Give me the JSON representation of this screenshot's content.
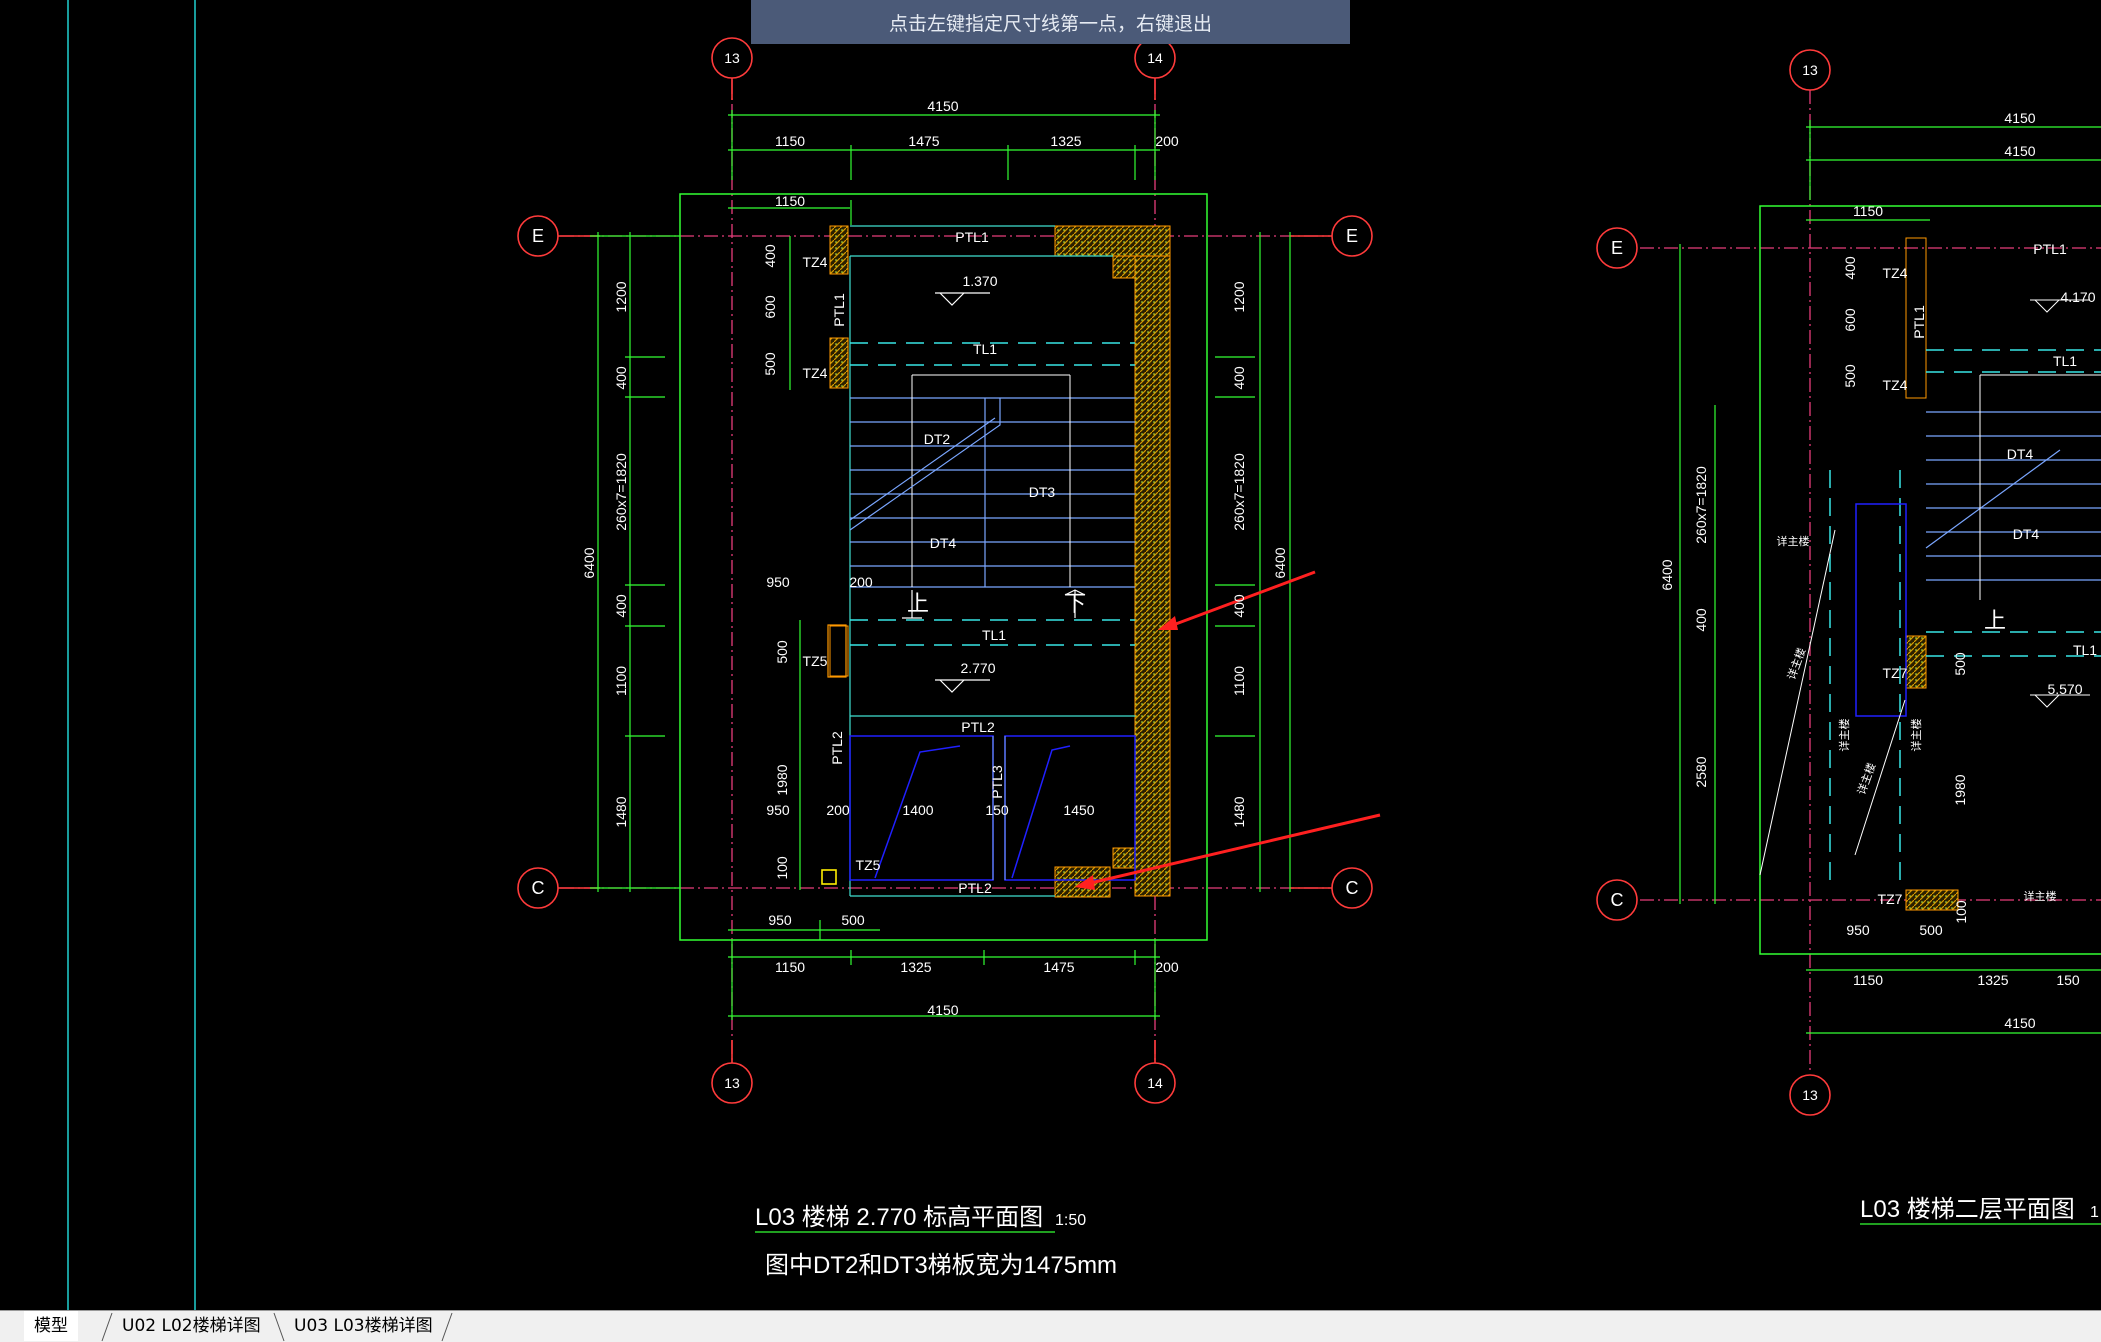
{
  "prompt": {
    "text": "点击左键指定尺寸线第一点，右键退出"
  },
  "drawing_left": {
    "axes": {
      "left": "13",
      "right": "14",
      "top": "E",
      "bottom": "C"
    },
    "dims_top": {
      "total": "4150",
      "seg1": "1150",
      "seg2": "1475",
      "seg3": "1325",
      "seg4": "200",
      "inner": "1150"
    },
    "dims_bottom": {
      "seg1": "1150",
      "seg2": "1325",
      "seg3": "1475",
      "seg4": "200",
      "total": "4150",
      "d950": "950",
      "d500": "500"
    },
    "dims_left": {
      "d1200": "1200",
      "d400a": "400",
      "stairs": "260x7=1820",
      "d400b": "400",
      "d1100": "1100",
      "d1480": "1480",
      "total": "6400",
      "d400c": "400",
      "d600": "600",
      "d500a": "500",
      "d500b": "500",
      "d1980": "1980",
      "d100": "100"
    },
    "dims_right": {
      "d1200": "1200",
      "d400a": "400",
      "stairs": "260x7=1820",
      "d400b": "400",
      "d1100": "1100",
      "d1480": "1480",
      "total": "6400"
    },
    "labels": {
      "ptl1_top": "PTL1",
      "ptl1_side": "PTL1",
      "tz4_a": "TZ4",
      "tz4_b": "TZ4",
      "elev1": "1.370",
      "tl1_a": "TL1",
      "dt2": "DT2",
      "dt3": "DT3",
      "dt4": "DT4",
      "d950": "950",
      "d200": "200",
      "tl1_b": "TL1",
      "tz5_a": "TZ5",
      "elev2": "2.770",
      "ptl2_a": "PTL2",
      "ptl2_side": "PTL2",
      "ptl3": "PTL3",
      "d950b": "950",
      "d200b": "200",
      "d1400": "1400",
      "d150": "150",
      "d1450": "1450",
      "tz5_b": "TZ5",
      "ptl2_b": "PTL2",
      "up1": "上",
      "down1": "下"
    },
    "title": "L03 楼梯   2.770   标高平面图",
    "scale": "1:50",
    "note": "图中DT2和DT3梯板宽为1475mm"
  },
  "drawing_right": {
    "axes": {
      "left": "13",
      "top": "E",
      "bottom": "C"
    },
    "dims_top": {
      "total1": "4150",
      "total2": "4150",
      "seg1": "1150"
    },
    "dims_bottom": {
      "seg1": "1150",
      "seg2": "1325",
      "seg3": "150",
      "total": "4150",
      "d950": "950",
      "d500": "500",
      "d100": "100"
    },
    "dims_left": {
      "stairs": "260x7=1820",
      "total": "6400",
      "d400": "400",
      "d2580": "2580",
      "d400b": "400",
      "d600": "600",
      "d500": "500",
      "d500b": "500",
      "d1980": "1980"
    },
    "labels": {
      "ptl1_top": "PTL1",
      "ptl1_side": "PTL1",
      "tz4_a": "TZ4",
      "tz4_b": "TZ4",
      "elev1": "4.170",
      "tl1_a": "TL1",
      "dt4_a": "DT4",
      "dt4_b": "DT4",
      "tl1_b": "TL1",
      "tz7_a": "TZ7",
      "tz7_b": "TZ7",
      "elev2": "5.570",
      "jz1": "详主楼",
      "jz2": "详主楼",
      "jz3": "详主楼",
      "jz4": "详主楼",
      "jz5": "详主楼",
      "jz6": "详主楼",
      "up1": "上"
    },
    "title": "L03 楼梯二层平面图",
    "scale": "1"
  },
  "tabs": [
    {
      "label": "模型"
    },
    {
      "label": "U02 L02楼梯详图"
    },
    {
      "label": "U03 L03楼梯详图"
    }
  ],
  "colors": {
    "background": "#000000",
    "axis_bubble": "#ff3b3b",
    "dimension": "#33ff33",
    "text": "#ffffff",
    "stair_lines": "#7aa6ff",
    "beam_dash": "#38e6e6",
    "wall_hatch": "#ffa500",
    "arrow": "#ff2020",
    "prompt_bg": "#4b5a78",
    "tabbar_bg": "#f0f0f0"
  }
}
